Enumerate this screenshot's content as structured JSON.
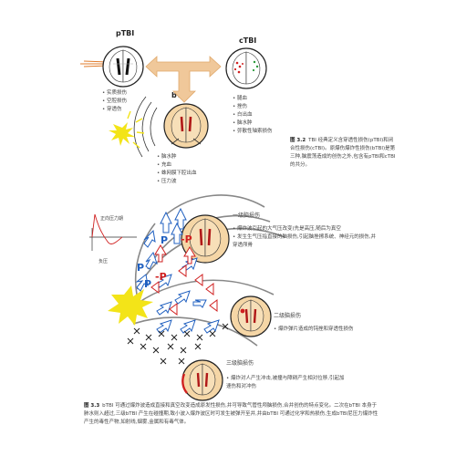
{
  "fig32": {
    "label_p": "pTBI",
    "label_c": "cTBI",
    "label_b": "bTBI",
    "p_list": [
      "• 实质损伤",
      "• 空腔损伤",
      "• 穿透伤"
    ],
    "c_list": [
      "• 腿血",
      "• 挫伤",
      "• 白出血",
      "• 脑水肿",
      "• 弥散性轴索损伤"
    ],
    "b_list": [
      "• 脑水肿",
      "• 充血",
      "• 蛛网膜下腔出血",
      "• 压力波"
    ],
    "caption_num": "图 3.2",
    "caption_text": "TBI 经典定义含穿透性损伤(pTBI)和闭合性损伤(cTBI)。原爆伤爆炸性损伤(bTBI)是第三种,脑震荡造成的创伤之外,包含有pTBI和cTBI的共分。"
  },
  "fig33": {
    "graph_top": "正向压力期",
    "graph_bottom": "负压",
    "p_letter": "P",
    "neg_p": "-P",
    "wave1_title": "一级脑损伤",
    "wave1_text": [
      "• 爆炸波引起的大气压改变(先是高压,随后为真空",
      "• 发生生气压指直接的脑损伤,引起脑挫擦系统、神经元的损伤,并",
      "  穿透颅骨"
    ],
    "wave2_title": "二级脑损伤",
    "wave2_text": "• 爆炸弹片造成的钝挫和穿透性损伤",
    "wave3_title": "三级脑损伤",
    "wave3_text": [
      "• 爆炸对人产生冲击,被撞与障碍产生相对位移,引起加",
      "  速伤和对冲伤"
    ],
    "caption_num": "图 3.3",
    "caption_text": "bTBI 可通过爆炸波造成直接和真空改变造成原发性损伤,并可导致气管性颅脑损伤,合并创伤的特点变化。二次在bTBI 本身于肺水则入超过,三级bTBI 产生在碰撞期,致小波入爆炸波区时可发生被弹开至并,并由bTBI 可通过化学和热损伤,生成bTBI尼压力爆炸性产生的毒性产物,如射线,烟雾,金属和有毒气体。"
  },
  "colors": {
    "red": "#d02020",
    "blue": "#2060c0",
    "yellow": "#f3e418",
    "orange": "#f0c89a",
    "brain": "#f5d6a6"
  }
}
